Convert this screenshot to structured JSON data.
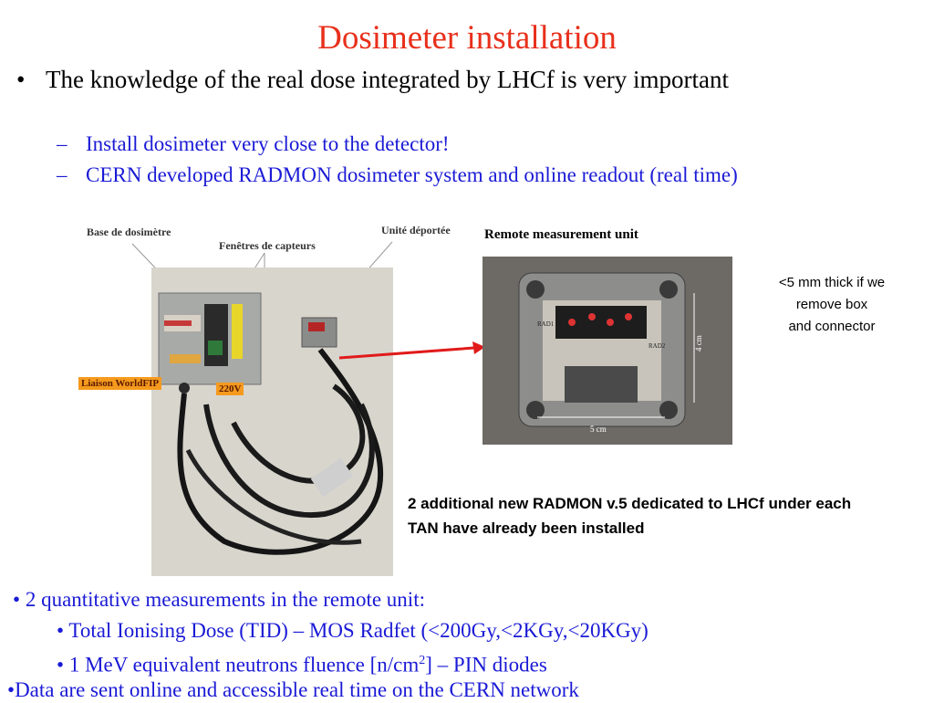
{
  "title": "Dosimeter installation",
  "bullet1": {
    "text": "The knowledge of the real dose integrated by LHCf is very important",
    "subs": [
      "Install dosimeter very close to the detector!",
      "CERN developed RADMON dosimeter system and online readout (real time)"
    ]
  },
  "photo_left": {
    "labels": {
      "base": "Base de dosimètre",
      "fenetres": "Fenêtres de capteurs",
      "unite": "Unité déportée",
      "liaison": "Liaison WorldFIP",
      "volt": "220V"
    }
  },
  "photo_right": {
    "caption": "Remote measurement unit",
    "dim_w": "5 cm",
    "dim_h": "4 cm",
    "board_text": [
      "RAD1",
      "RAD2"
    ]
  },
  "side_note": [
    "<5 mm thick if we",
    "remove box",
    "and connector"
  ],
  "note": "2 additional new RADMON v.5 dedicated to LHCf under each TAN have already been installed",
  "lower": {
    "b1": "2 quantitative measurements in the remote unit:",
    "b1a": "Total Ionising Dose (TID) – MOS Radfet (<200Gy,<2KGy,<20KGy)",
    "b1b_pre": "1 MeV equivalent neutrons fluence [n/cm",
    "b1b_sup": "2",
    "b1b_post": "] – PIN diodes",
    "b2": "Data are sent online and accessible real time on the CERN network"
  },
  "colors": {
    "title": "#e8301b",
    "blue": "#1a1ad6",
    "arrow": "#e11b1b"
  }
}
